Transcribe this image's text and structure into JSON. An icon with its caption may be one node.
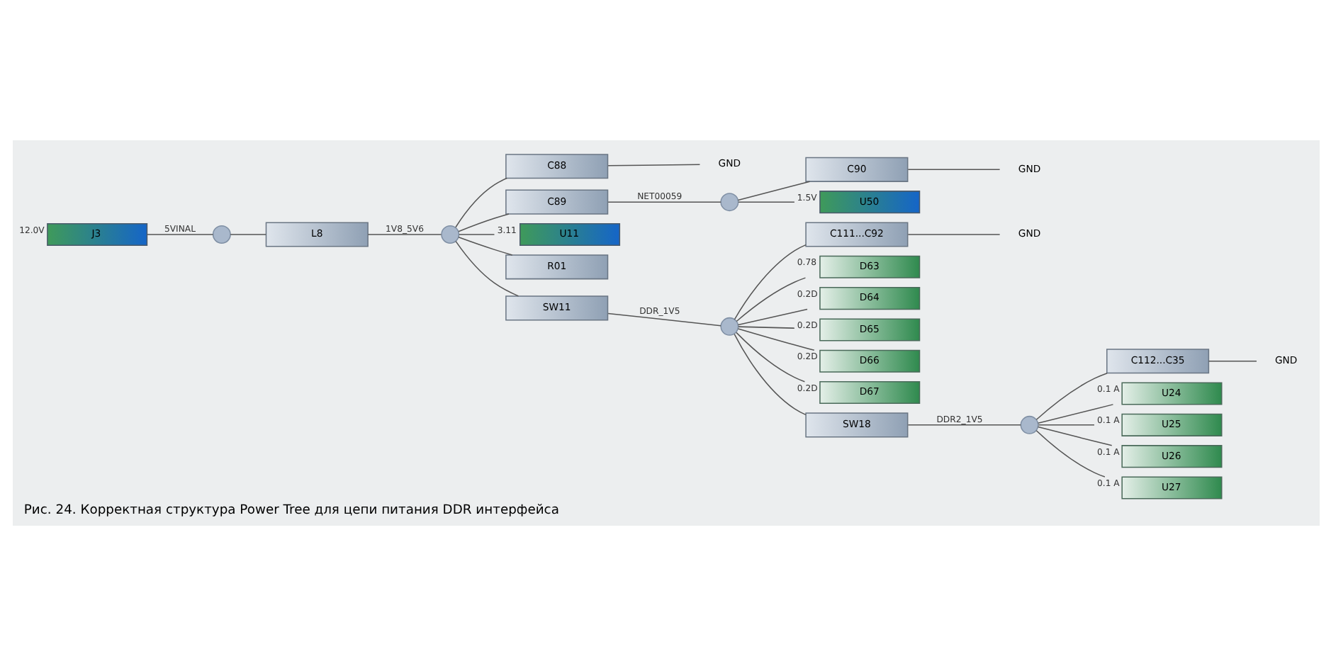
{
  "diagram": {
    "caption": "Рис. 24. Корректная структура Power Tree для цепи питания DDR интерфейса",
    "nodes": [
      {
        "text": [
          "J3"
        ],
        "beside": [
          "12.0V"
        ]
      },
      {
        "text": [],
        "shape": "circle"
      },
      {
        "text": [
          "L8"
        ]
      },
      {
        "text": [],
        "shape": "circle"
      },
      {
        "text": [
          "C88"
        ]
      },
      {
        "text": [
          "GND"
        ]
      },
      {
        "text": [
          "C89"
        ]
      },
      {
        "text": [],
        "shape": "circle"
      },
      {
        "text": [
          "C90"
        ]
      },
      {
        "text": [
          "GND"
        ]
      },
      {
        "text": [
          "U50"
        ],
        "beside": [
          "1.5V"
        ]
      },
      {
        "text": [
          "U11"
        ],
        "beside": [
          "3.11"
        ]
      },
      {
        "text": [
          "R01"
        ]
      },
      {
        "text": [
          "SW11"
        ]
      },
      {
        "text": [],
        "shape": "circle"
      },
      {
        "text": [
          "C111...C92"
        ]
      },
      {
        "text": [
          "GND"
        ]
      },
      {
        "text": [
          "D63"
        ],
        "beside": [
          "0.78"
        ]
      },
      {
        "text": [
          "D64"
        ],
        "beside": [
          "0.2D"
        ]
      },
      {
        "text": [
          "D65"
        ],
        "beside": [
          "0.2D"
        ]
      },
      {
        "text": [
          "D66"
        ],
        "beside": [
          "0.2D"
        ]
      },
      {
        "text": [
          "D67"
        ],
        "beside": [
          "0.2D"
        ]
      },
      {
        "text": [
          "SW18"
        ]
      },
      {
        "text": [],
        "shape": "circle"
      },
      {
        "text": [
          "C112...C35"
        ]
      },
      {
        "text": [
          "GND"
        ]
      },
      {
        "text": [
          "U24"
        ],
        "beside": [
          "0.1 A"
        ]
      },
      {
        "text": [
          "U25"
        ],
        "beside": [
          "0.1 A"
        ]
      },
      {
        "text": [
          "U26"
        ],
        "beside": [
          "0.1 A"
        ]
      },
      {
        "text": [
          "U27"
        ],
        "beside": [
          "0.1 A"
        ]
      }
    ],
    "edges": [
      {
        "from": 0,
        "to": 1,
        "arrow": "none",
        "label": "5VINAL"
      },
      {
        "from": 1,
        "to": 2,
        "arrow": "none"
      },
      {
        "from": 2,
        "to": 3,
        "arrow": "none",
        "label": "1V8_5V6"
      },
      {
        "from": 3,
        "to": 4,
        "arrow": "none"
      },
      {
        "from": 3,
        "to": 6,
        "arrow": "none"
      },
      {
        "from": 3,
        "to": 11,
        "arrow": "none"
      },
      {
        "from": 3,
        "to": 12,
        "arrow": "none"
      },
      {
        "from": 3,
        "to": 13,
        "arrow": "none"
      },
      {
        "from": 4,
        "to": 5,
        "arrow": "none"
      },
      {
        "from": 6,
        "to": 7,
        "arrow": "none",
        "label": "NET00059"
      },
      {
        "from": 7,
        "to": 8,
        "arrow": "none"
      },
      {
        "from": 7,
        "to": 10,
        "arrow": "none"
      },
      {
        "from": 8,
        "to": 9,
        "arrow": "none"
      },
      {
        "from": 13,
        "to": 14,
        "arrow": "none",
        "label": "DDR_1V5"
      },
      {
        "from": 14,
        "to": 15,
        "arrow": "none"
      },
      {
        "from": 14,
        "to": 17,
        "arrow": "none"
      },
      {
        "from": 14,
        "to": 18,
        "arrow": "none"
      },
      {
        "from": 14,
        "to": 19,
        "arrow": "none"
      },
      {
        "from": 14,
        "to": 20,
        "arrow": "none"
      },
      {
        "from": 14,
        "to": 21,
        "arrow": "none"
      },
      {
        "from": 14,
        "to": 22,
        "arrow": "none"
      },
      {
        "from": 15,
        "to": 16,
        "arrow": "none"
      },
      {
        "from": 22,
        "to": 23,
        "arrow": "none",
        "label": "DDR2_1V5"
      },
      {
        "from": 23,
        "to": 24,
        "arrow": "none"
      },
      {
        "from": 23,
        "to": 26,
        "arrow": "none"
      },
      {
        "from": 23,
        "to": 27,
        "arrow": "none"
      },
      {
        "from": 23,
        "to": 28,
        "arrow": "none"
      },
      {
        "from": 23,
        "to": 29,
        "arrow": "none"
      },
      {
        "from": 24,
        "to": 25,
        "arrow": "none"
      }
    ]
  }
}
